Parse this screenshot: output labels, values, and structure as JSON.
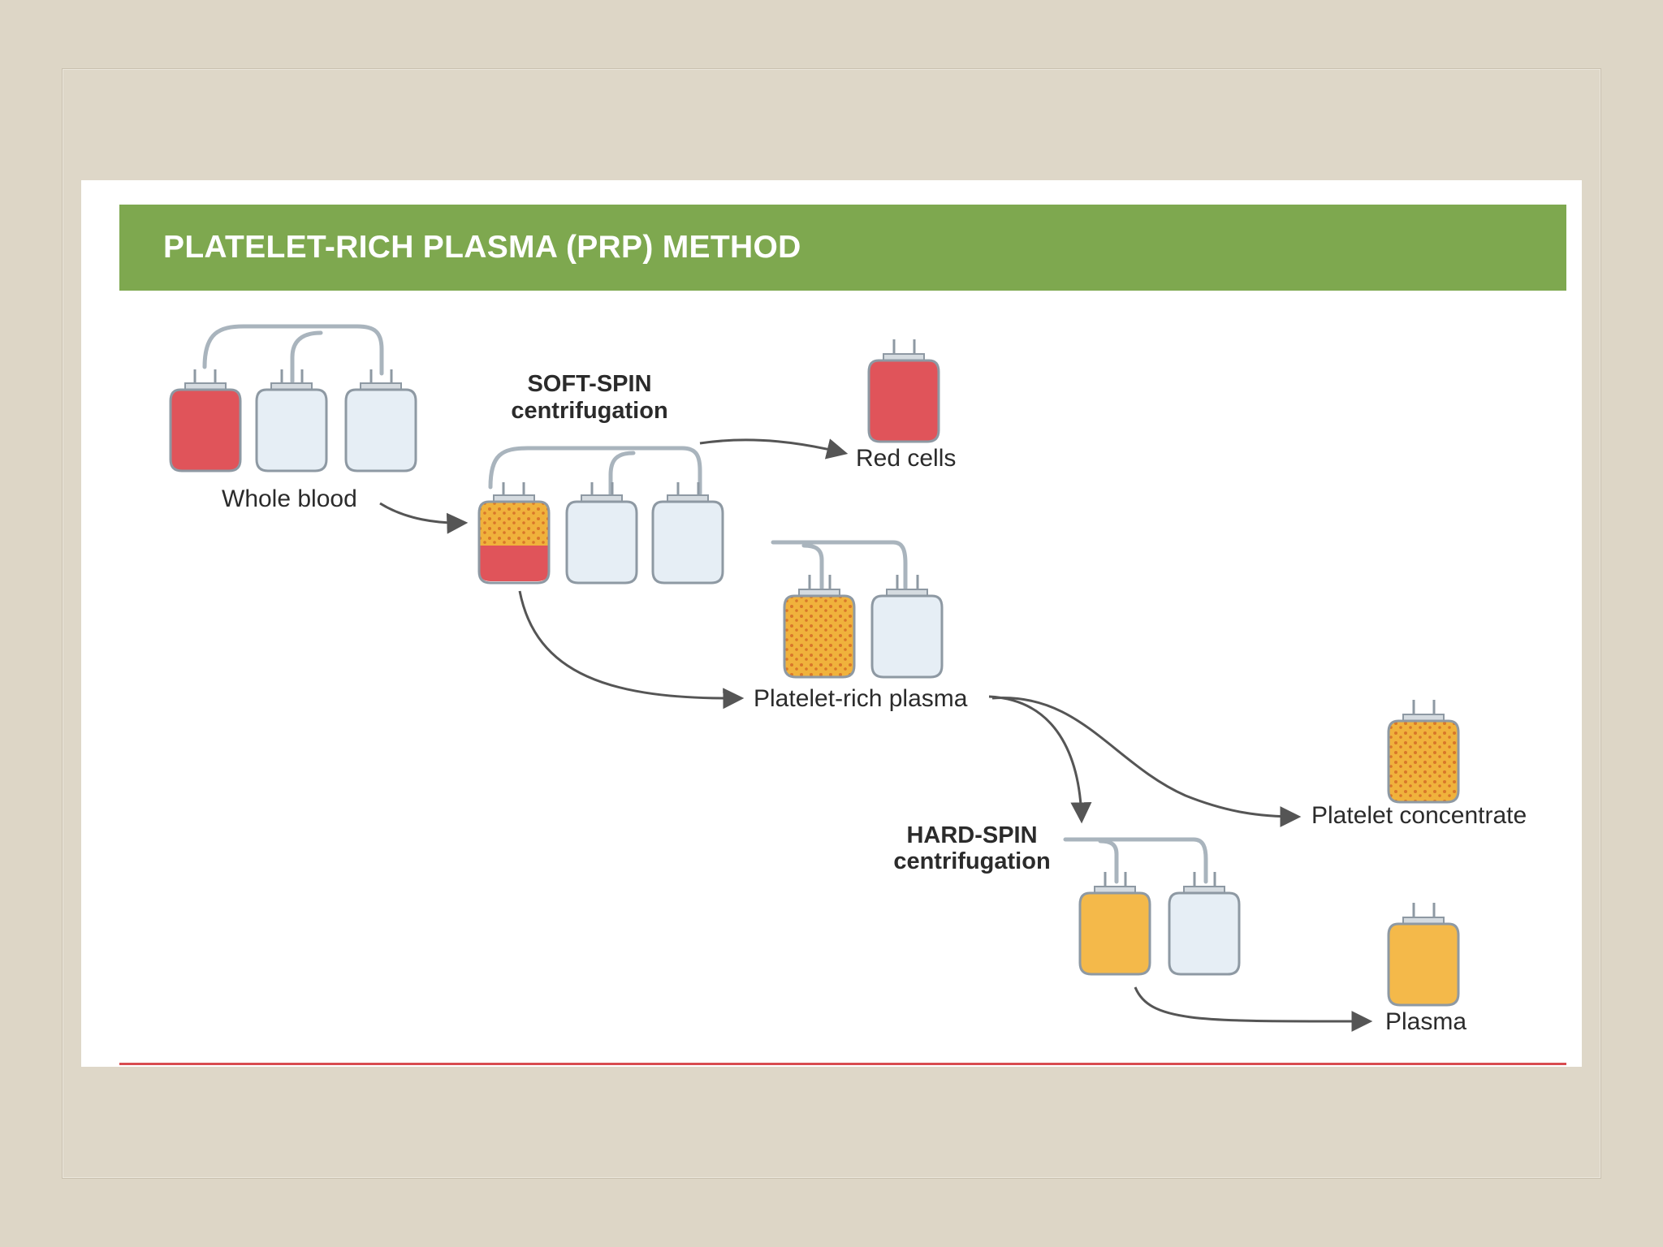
{
  "title": "PLATELET-RICH PLASMA (PRP) METHOD",
  "steps": {
    "soft_spin": [
      "SOFT-SPIN",
      "centrifugation"
    ],
    "hard_spin": [
      "HARD-SPIN",
      "centrifugation"
    ]
  },
  "labels": {
    "whole_blood": "Whole blood",
    "red_cells": "Red cells",
    "platelet_rich_plasma": "Platelet-rich plasma",
    "platelet_concentrate": "Platelet concentrate",
    "plasma": "Plasma"
  },
  "colors": {
    "banner": "#7ea84f",
    "red_cells": "#e0545a",
    "platelet_rich_plasma": "#f0b23c",
    "plasma": "#f4b94a",
    "empty_bag": "#e6eef5",
    "bottom_rule": "#d84c50"
  }
}
